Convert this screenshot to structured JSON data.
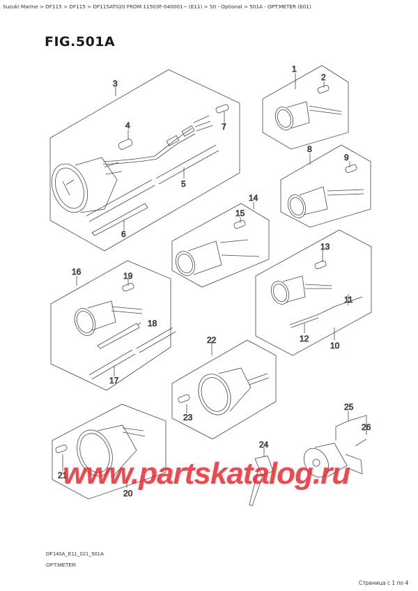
{
  "breadcrumb": {
    "items": [
      "Suzuki Marine",
      "DF115",
      "DF115",
      "DF115AT020 FROM 11503F-040001~ (E11)",
      "50 - Optional",
      "501A - OPT:METER (E01)"
    ],
    "separator": " > ",
    "text": "Suzuki Marine > DF115 > DF115 > DF115AT020 FROM 11503F-040001~ (E11) > 50 - Optional > 501A - OPT:METER (E01)"
  },
  "figure": {
    "title": "FIG.501A",
    "code": "DF140A_E11_021_501A",
    "name": "OPT:METER"
  },
  "parts": [
    {
      "ref": "1",
      "group": "tachometer-small-kit-a"
    },
    {
      "ref": "2",
      "group": "bulb"
    },
    {
      "ref": "3",
      "group": "tachometer-kit"
    },
    {
      "ref": "4",
      "group": "bulb"
    },
    {
      "ref": "5",
      "group": "tube"
    },
    {
      "ref": "6",
      "group": "tie"
    },
    {
      "ref": "7",
      "group": "bulb"
    },
    {
      "ref": "8",
      "group": "meter-kit"
    },
    {
      "ref": "9",
      "group": "bulb"
    },
    {
      "ref": "10",
      "group": "meter-kit-harness"
    },
    {
      "ref": "11",
      "group": "connector"
    },
    {
      "ref": "12",
      "group": "harness"
    },
    {
      "ref": "13",
      "group": "bulb"
    },
    {
      "ref": "14",
      "group": "meter-kit"
    },
    {
      "ref": "15",
      "group": "bulb"
    },
    {
      "ref": "16",
      "group": "meter-kit"
    },
    {
      "ref": "17",
      "group": "tube"
    },
    {
      "ref": "18",
      "group": "tie"
    },
    {
      "ref": "19",
      "group": "bulb"
    },
    {
      "ref": "20",
      "group": "gauge"
    },
    {
      "ref": "21",
      "group": "bulb"
    },
    {
      "ref": "22",
      "group": "gauge"
    },
    {
      "ref": "23",
      "group": "bulb"
    },
    {
      "ref": "24",
      "group": "switch-lever"
    },
    {
      "ref": "25",
      "group": "housing"
    },
    {
      "ref": "26",
      "group": "screw"
    }
  ],
  "watermark": "www.partskatalog.ru",
  "pager": "Страница с 1 по 4",
  "colors": {
    "label": "#c8141e",
    "line": "#444444",
    "watermark": "#f01e23"
  }
}
